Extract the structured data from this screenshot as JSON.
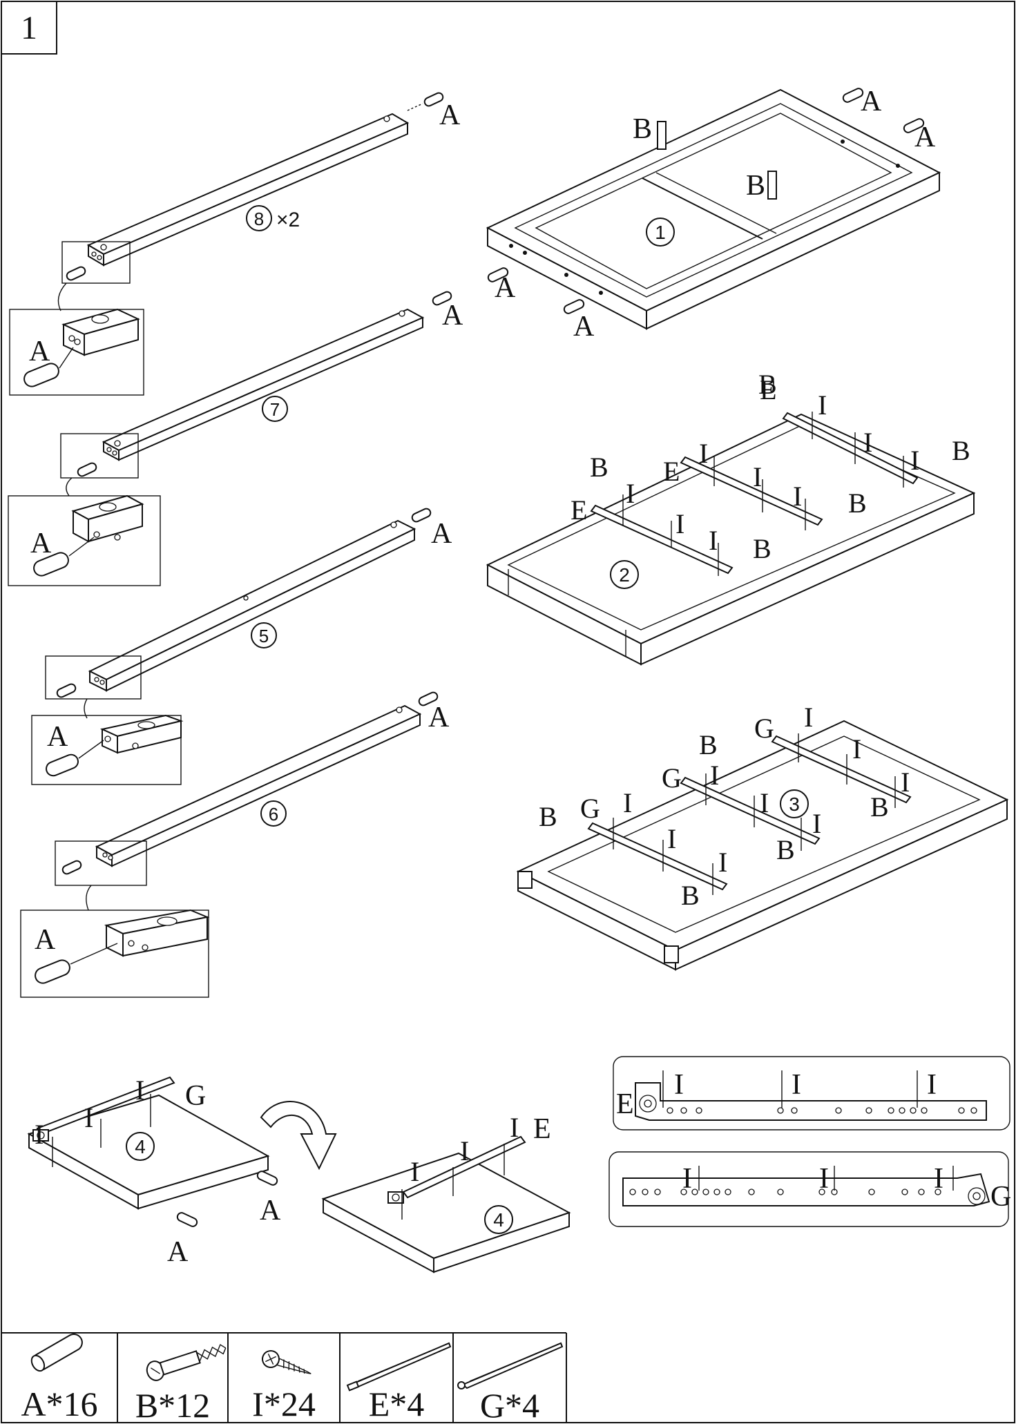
{
  "step": {
    "number": "1"
  },
  "labels": {
    "dowel": "A",
    "cam_bolt": "B",
    "screw": "I",
    "rail_e": "E",
    "rail_g": "G"
  },
  "parts": {
    "p1": "1",
    "p2": "2",
    "p3": "3",
    "p4": "4",
    "p5": "5",
    "p6": "6",
    "p7": "7",
    "p8": "8",
    "p8_qty": "×2"
  },
  "hardware": [
    {
      "id": "A",
      "label": "A*16",
      "icon": "dowel-icon"
    },
    {
      "id": "B",
      "label": "B*12",
      "icon": "cam-bolt-icon"
    },
    {
      "id": "I",
      "label": "I*24",
      "icon": "screw-icon"
    },
    {
      "id": "E",
      "label": "E*4",
      "icon": "drawer-rail-e-icon"
    },
    {
      "id": "G",
      "label": "G*4",
      "icon": "drawer-rail-g-icon"
    }
  ]
}
